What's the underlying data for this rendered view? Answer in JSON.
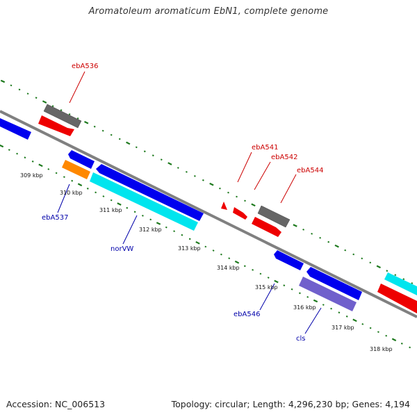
{
  "title": "Aromatoleum aromaticum EbN1, complete genome",
  "accession": "Accession: NC_006513",
  "topology": "Topology: circular; Length: 4,296,230 bp; Genes: 4,194",
  "colors": {
    "backbone": "#808080",
    "ticks": "#1e7a1e",
    "label_forward": "#cc0000",
    "label_reverse": "#0000aa",
    "gene_blue": "#0000ee",
    "gene_red": "#ee0000",
    "gene_grey": "#666666",
    "gene_cyan": "#00e5ee",
    "gene_orange": "#ff8800",
    "gene_purple": "#7060cc"
  },
  "kbp_labels": [
    "309 kbp",
    "310 kbp",
    "311 kbp",
    "312 kbp",
    "313 kbp",
    "314 kbp",
    "315 kbp",
    "316 kbp",
    "317 kbp",
    "318 kbp"
  ],
  "gene_labels": {
    "ebA536": "ebA536",
    "ebA541": "ebA541",
    "ebA542": "ebA542",
    "ebA544": "ebA544",
    "ebA537": "ebA537",
    "norVW": "norVW",
    "ebA546": "ebA546",
    "cls": "cls"
  }
}
